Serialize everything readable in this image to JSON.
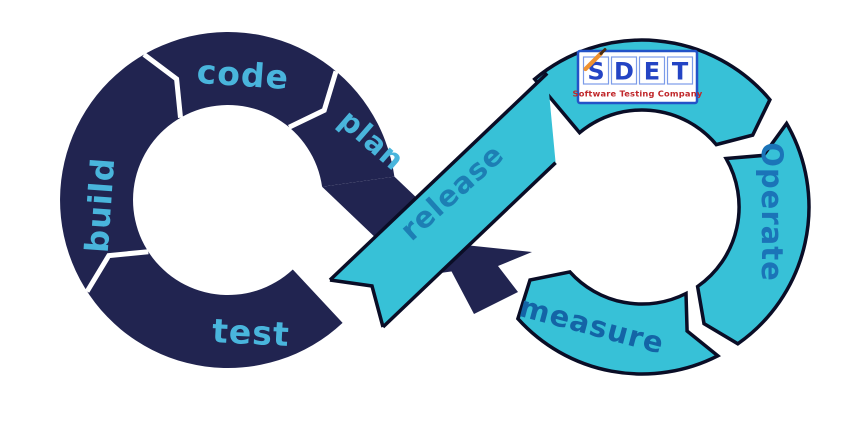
{
  "colors": {
    "navy": "#212450",
    "cyan": "#37c1d7",
    "outline": "#0a0d26",
    "label_on_navy": "#49b5dc",
    "label_release": "#1d7fb4",
    "label_operate": "#1b74b8",
    "label_measure": "#1464a6",
    "logo_border": "#2353c8",
    "logo_blue": "#2444c4",
    "logo_box": "#7b9be8",
    "logo_red": "#c0272a",
    "pencil_orange": "#ef9130",
    "pencil_tip": "#4a2c12"
  },
  "left_loop": {
    "code": "code",
    "plan": "plan",
    "build": "build",
    "test": "test"
  },
  "ribbon": {
    "release": "release"
  },
  "right_loop": {
    "operate": "Operate",
    "measure": "measure"
  },
  "logo": {
    "name": "SDET",
    "letters": [
      "S",
      "D",
      "E",
      "T"
    ],
    "subtitle": "Software Testing Company"
  }
}
